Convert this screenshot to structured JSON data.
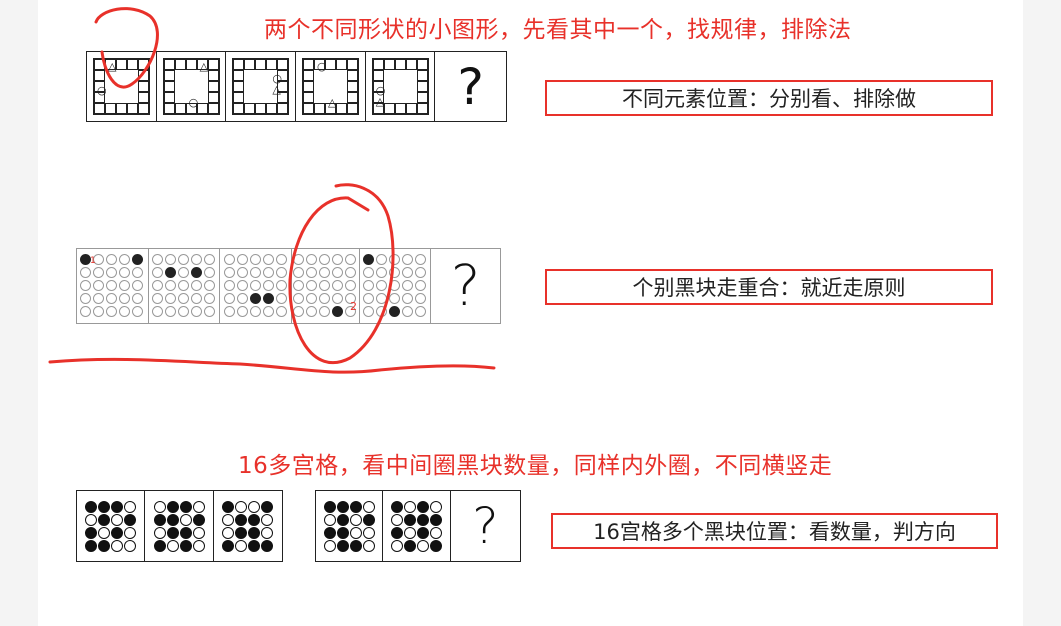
{
  "notes": {
    "note1": "两个不同形状的小图形，先看其中一个，找规律，排除法",
    "note3": "16多宫格，看中间圈黑块数量，同样内外圈，不同横竖走"
  },
  "labels": {
    "label1": "不同元素位置：分别看、排除做",
    "label2": "个别黑块走重合：就近走原则",
    "label3": "16宫格多个黑块位置：看数量，判方向"
  },
  "puzzle": {
    "question_mark": "?",
    "overlap_marks": [
      "1",
      "2"
    ]
  },
  "colors": {
    "annotation_red": "#e8312a",
    "ink": "#222222"
  }
}
